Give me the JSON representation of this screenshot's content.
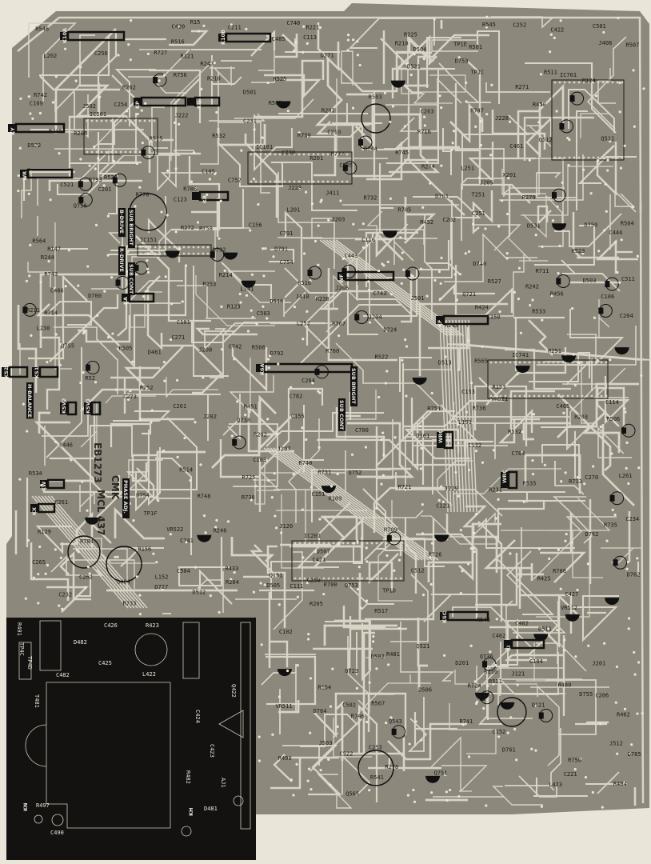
{
  "board": {
    "title": "CRT chassis PCB component layout",
    "board_code": "EB1273",
    "maker_mark": "CMK",
    "part_code": "MCL 437",
    "colors": {
      "paper": "#e9e5d9",
      "copper": "#8c887c",
      "trace": "#d8d4c6",
      "ink": "#1c1a16",
      "hv_block": "#141210"
    }
  },
  "adjust_tags": [
    "B-DRIVE",
    "R-DRIVE",
    "SUB BRIGHT",
    "SUB CONT",
    "H-BALANCE",
    "PHASE ADJ.",
    "SUB CONT",
    "SUB BRIGHT"
  ],
  "connectors": [
    "K10A",
    "K10B",
    "KP",
    "KQ",
    "KY",
    "WR",
    "KA",
    "KB",
    "K6A",
    "KS2",
    "KS1",
    "WF",
    "KF",
    "WRC",
    "WRC",
    "KSV2",
    "KSV1",
    "KX",
    "KW",
    "KI",
    "KSC",
    "KN",
    "KH"
  ],
  "ics": [
    "IC501",
    "IC151",
    "IC101",
    "IC201",
    "IC741",
    "IC701"
  ],
  "components": [
    "D504",
    "R507",
    "D503",
    "R506",
    "R505",
    "R504",
    "D502",
    "R503",
    "R532",
    "C503",
    "C502",
    "C501",
    "J512",
    "D501",
    "R501",
    "Q521",
    "R525",
    "C522",
    "R527",
    "D522",
    "D521",
    "D506",
    "D507",
    "D505",
    "C512",
    "C521",
    "D516",
    "R516",
    "C504",
    "C505",
    "C511",
    "C700",
    "D511",
    "L151",
    "R15",
    "C153",
    "C152",
    "R153",
    "C151",
    "R154",
    "C156",
    "C155",
    "R156",
    "Q151",
    "L152",
    "R515",
    "R523",
    "Q511",
    "R517",
    "R516",
    "R52",
    "R522",
    "R524",
    "VR522",
    "VR521",
    "VR512",
    "VR511",
    "R511",
    "D531",
    "R533",
    "J503",
    "L251",
    "R253",
    "C254",
    "R261",
    "C265",
    "C264",
    "C263",
    "L261",
    "C261",
    "C262",
    "R262",
    "C256",
    "T251",
    "C252",
    "R251",
    "R252",
    "L252",
    "C251",
    "C253",
    "J222",
    "J223",
    "R278",
    "R279",
    "R274",
    "R271",
    "R272",
    "C273",
    "C271",
    "C270",
    "D271",
    "R404",
    "C402",
    "J228",
    "J229",
    "R246",
    "R245",
    "R244",
    "R243",
    "R242",
    "R247",
    "R201",
    "R202",
    "L201",
    "R203",
    "L202",
    "X201",
    "R204",
    "C201",
    "C202",
    "R206",
    "C204",
    "R205",
    "R207",
    "C206",
    "R221",
    "C221",
    "C211",
    "R211",
    "R210",
    "C210",
    "C230",
    "C234",
    "R231",
    "C232",
    "C231",
    "C259",
    "J201",
    "J202",
    "J203",
    "J204",
    "J205",
    "J206",
    "J207",
    "J208",
    "R565",
    "D765",
    "D764",
    "D761",
    "D762",
    "D740",
    "C742",
    "L741",
    "C740",
    "C426",
    "R423",
    "D482",
    "C425",
    "L422",
    "C482",
    "T481",
    "TP4C",
    "TP4D",
    "R491",
    "Q422",
    "C424",
    "C423",
    "R482",
    "AJ1",
    "D481",
    "R497",
    "C490",
    "C427",
    "R424",
    "C485",
    "R481",
    "R490",
    "Q404",
    "R433",
    "R425",
    "J408",
    "C420",
    "C421",
    "C422",
    "L423",
    "C444",
    "R456",
    "J410",
    "J411",
    "R480",
    "R462",
    "C461",
    "C462",
    "D461",
    "C465",
    "C466",
    "C443",
    "R450",
    "R452",
    "C446",
    "R451",
    "C784",
    "R767",
    "R784",
    "R785",
    "C791",
    "R786",
    "C782",
    "D161",
    "Q792",
    "Q793",
    "D791",
    "D792",
    "R777",
    "R770",
    "D750",
    "D753",
    "C754",
    "C752",
    "Q756",
    "Q755",
    "R758",
    "R759",
    "R760",
    "Q751",
    "Q752",
    "Q753",
    "R750",
    "R751",
    "R756",
    "D755",
    "D754",
    "D762",
    "C743",
    "C741",
    "R742",
    "R743",
    "R744",
    "R745",
    "R746",
    "R747",
    "R748",
    "R736",
    "R735",
    "R740",
    "R741",
    "R724",
    "R725",
    "R726",
    "R727",
    "D724",
    "D727",
    "R721",
    "R711",
    "R713",
    "R714",
    "R716",
    "R708",
    "R709",
    "Q738",
    "Q736",
    "R730",
    "R731",
    "R732",
    "R733",
    "Q723",
    "Q721",
    "R700",
    "D700",
    "D701",
    "C109",
    "R109",
    "R110",
    "C102",
    "C103",
    "C101",
    "C104",
    "R147",
    "C106",
    "Q121",
    "R123",
    "R124",
    "R129",
    "C121",
    "C123",
    "R121",
    "C150",
    "C111",
    "C112",
    "C113",
    "C114",
    "C116",
    "C105",
    "TP1E",
    "TP1D",
    "TP1C",
    "TP1F",
    "J120",
    "J121",
    "J502",
    "J501",
    "R548",
    "R545",
    "R563",
    "Q543",
    "R546",
    "R566",
    "R564",
    "Q565",
    "R567",
    "R225",
    "R230",
    "R541",
    "R532",
    "L230",
    "R511",
    "D512",
    "D513",
    "Q512",
    "R514",
    "R534",
    "R535",
    "D201",
    "R214",
    "R210"
  ]
}
